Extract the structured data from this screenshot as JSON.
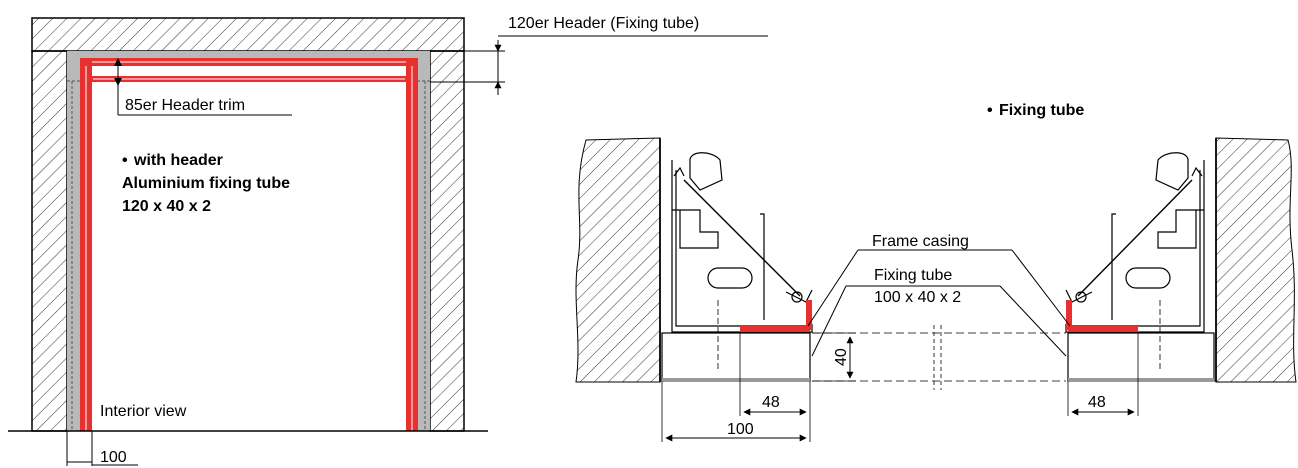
{
  "left_drawing": {
    "header_label": "120er Header (Fixing tube)",
    "trim_label": "85er Header trim",
    "bullet": "•",
    "note_line1": "with header",
    "note_line2": "Aluminium fixing tube",
    "note_line3": "120 x 40 x 2",
    "interior_label": "Interior view",
    "dim_bottom": "100"
  },
  "right_drawing": {
    "bullet": "•",
    "title": "Fixing tube",
    "frame_label": "Frame casing",
    "tube_label_line1": "Fixing tube",
    "tube_label_line2": "100 x 40 x 2",
    "dim_height": "40",
    "dim_left_inner": "48",
    "dim_right_inner": "48",
    "dim_left_outer": "100"
  },
  "colors": {
    "highlight_red": "#e8312f",
    "line_black": "#000000",
    "gray_fill": "#b9b9b9"
  }
}
